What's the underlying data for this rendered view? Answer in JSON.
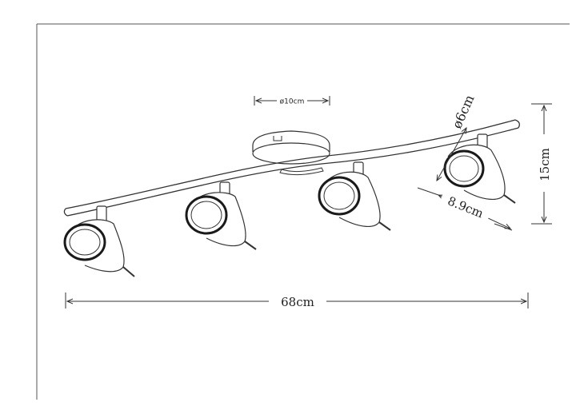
{
  "dimensions": {
    "canopy_diameter": "ø10cm",
    "spot_diameter": "ø6cm",
    "spot_length": "8.9cm",
    "height": "15cm",
    "width": "68cm"
  },
  "spotlight_count": 4,
  "colors": {
    "line": "#333333",
    "lens_ring": "#1a1a1a",
    "background": "#ffffff"
  }
}
